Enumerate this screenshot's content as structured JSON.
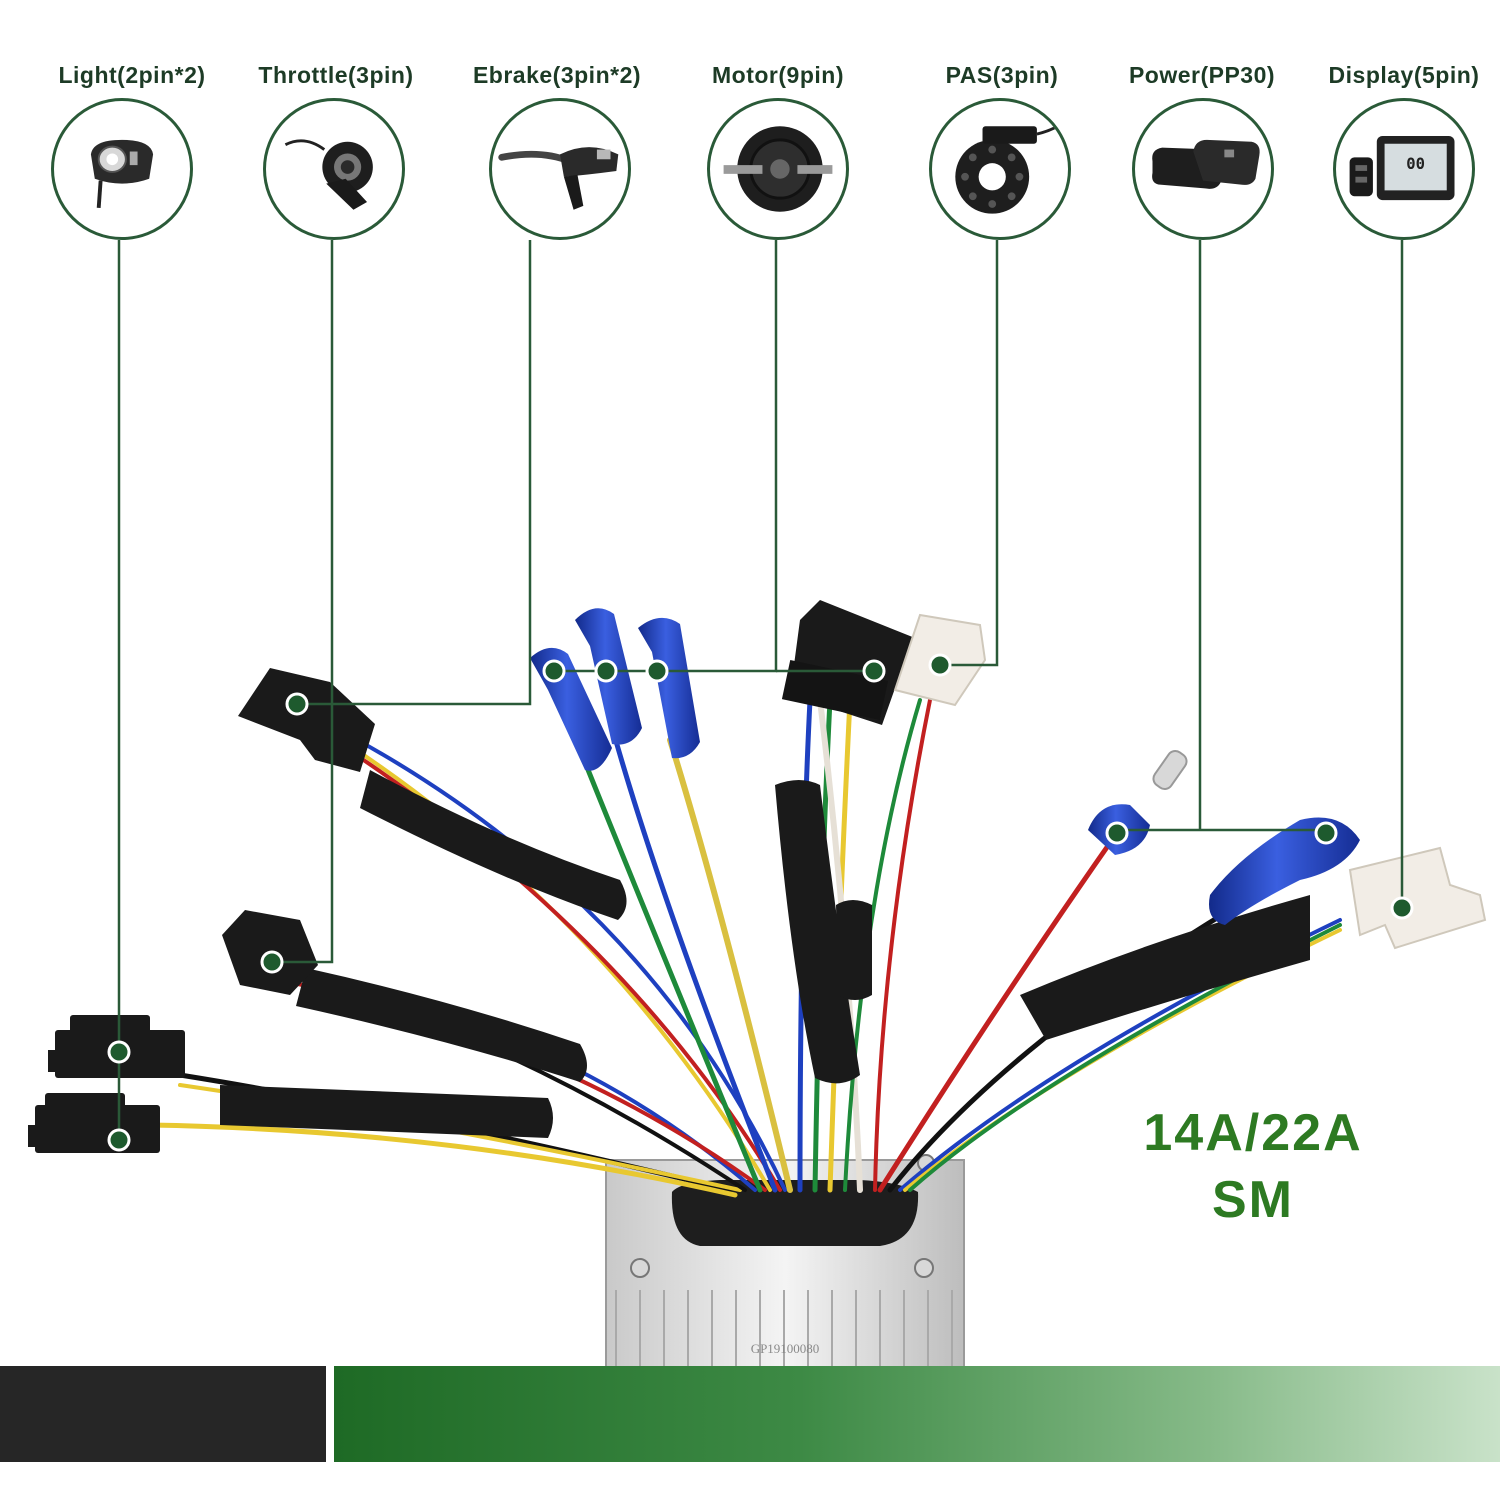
{
  "components": [
    {
      "id": "light",
      "label": "Light(2pin*2)",
      "icon": "headlight-icon"
    },
    {
      "id": "throttle",
      "label": "Throttle(3pin)",
      "icon": "thumb-throttle-icon"
    },
    {
      "id": "ebrake",
      "label": "Ebrake(3pin*2)",
      "icon": "brake-lever-icon"
    },
    {
      "id": "motor",
      "label": "Motor(9pin)",
      "icon": "hub-motor-icon"
    },
    {
      "id": "pas",
      "label": "PAS(3pin)",
      "icon": "pas-sensor-icon"
    },
    {
      "id": "power",
      "label": "Power(PP30)",
      "icon": "battery-pack-icon"
    },
    {
      "id": "display",
      "label": "Display(5pin)",
      "icon": "lcd-display-icon"
    }
  ],
  "display_screen": {
    "digits": "00"
  },
  "spec": {
    "line1": "14A/22A",
    "line2": "SM"
  },
  "controller": {
    "serial": "GP19100080"
  },
  "colors": {
    "accent_green": "#2a5a38",
    "spec_green": "#2d7a22",
    "dark_bar": "#262626",
    "connector_blue": "#1f3fb8",
    "connector_white": "#f2ede6",
    "connector_black": "#1a1a1a"
  }
}
